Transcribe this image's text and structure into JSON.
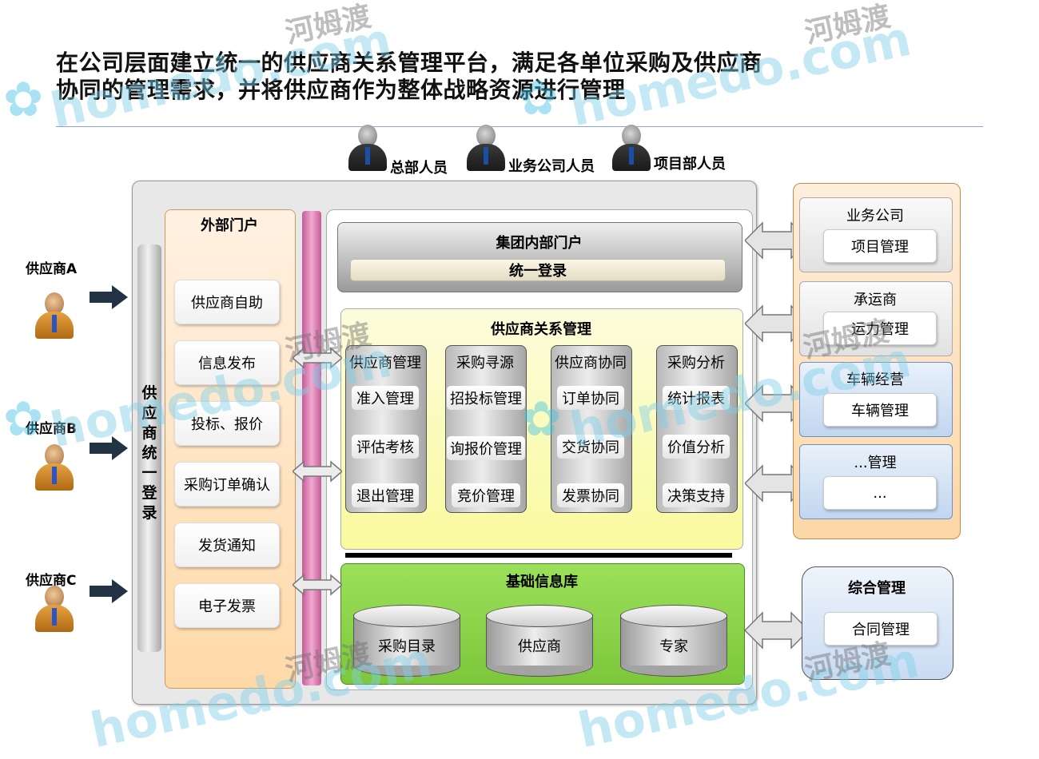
{
  "title_line1": "在公司层面建立统一的供应商关系管理平台，满足各单位采购及供应商",
  "title_line2": "协同的管理需求，并将供应商作为整体战略资源进行管理",
  "roles": [
    "总部人员",
    "业务公司人员",
    "项目部人员"
  ],
  "suppliers": [
    "供应商A",
    "供应商B",
    "供应商C"
  ],
  "supplier_login": "供应商统一登录",
  "external_portal": {
    "title": "外部门户",
    "items": [
      "供应商自助",
      "信息发布",
      "投标、报价",
      "采购订单确认",
      "发货通知",
      "电子发票"
    ]
  },
  "group_portal": {
    "title": "集团内部门户",
    "login": "统一登录"
  },
  "srm": {
    "title": "供应商关系管理",
    "columns": [
      {
        "title": "供应商管理",
        "items": [
          "准入管理",
          "评估考核",
          "退出管理"
        ]
      },
      {
        "title": "采购寻源",
        "items": [
          "招投标管理",
          "询报价管理",
          "竞价管理"
        ]
      },
      {
        "title": "供应商协同",
        "items": [
          "订单协同",
          "交货协同",
          "发票协同"
        ]
      },
      {
        "title": "采购分析",
        "items": [
          "统计报表",
          "价值分析",
          "决策支持"
        ]
      }
    ]
  },
  "base_db": {
    "title": "基础信息库",
    "items": [
      "采购目录",
      "供应商",
      "专家"
    ]
  },
  "right_side": [
    {
      "title": "业务公司",
      "item": "项目管理"
    },
    {
      "title": "承运商",
      "item": "运力管理"
    },
    {
      "title": "车辆经营",
      "item": "车辆管理"
    },
    {
      "title": "...管理",
      "item": "..."
    }
  ],
  "integrated": {
    "title": "综合管理",
    "item": "合同管理"
  },
  "watermark_cn": "河姆渡",
  "watermark_latin": "homedo.com",
  "colors": {
    "external_portal": "#ffd9a8",
    "srm": "#fafa9e",
    "base_db": "#7cc73b",
    "pink_bus": "#f1a9cf"
  }
}
